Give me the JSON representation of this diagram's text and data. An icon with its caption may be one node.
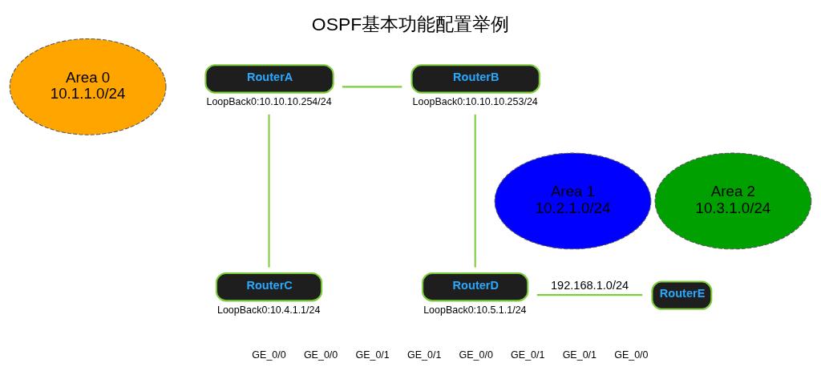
{
  "diagram": {
    "title": "OSPF基本功能配置举例",
    "nodes": [
      {
        "text": [
          "Area 0",
          "10.1.1.0/24"
        ]
      },
      {
        "text": [
          "RouterA"
        ],
        "beside": [
          "LoopBack0:10.10.10.254/24"
        ]
      },
      {
        "text": [
          "RouterB"
        ],
        "beside": [
          "LoopBack0:10.10.10.253/24"
        ]
      },
      {
        "text": [
          "Area 1",
          "10.2.1.0/24"
        ]
      },
      {
        "text": [
          "Area 2",
          "10.3.1.0/24"
        ]
      },
      {
        "text": [
          "RouterD"
        ],
        "beside": [
          "LoopBack0:10.5.1.1/24"
        ]
      },
      {
        "text": [
          "RouterE"
        ]
      },
      {
        "text": [
          "RouterC"
        ],
        "beside": [
          "LoopBack0:10.4.1.1/24"
        ]
      }
    ],
    "edges": [
      {
        "from": 1,
        "to": 2,
        "arrow": "none"
      },
      {
        "from": 1,
        "to": 7,
        "arrow": "none"
      },
      {
        "from": 2,
        "to": 5,
        "arrow": "none"
      },
      {
        "from": 5,
        "to": 6,
        "arrow": "none",
        "label": "192.168.1.0/24"
      }
    ],
    "labels": [
      "GE_0/0",
      "GE_0/0",
      "GE_0/1",
      "GE_0/1",
      "GE_0/0",
      "GE_0/1",
      "GE_0/1",
      "GE_0/0"
    ]
  }
}
